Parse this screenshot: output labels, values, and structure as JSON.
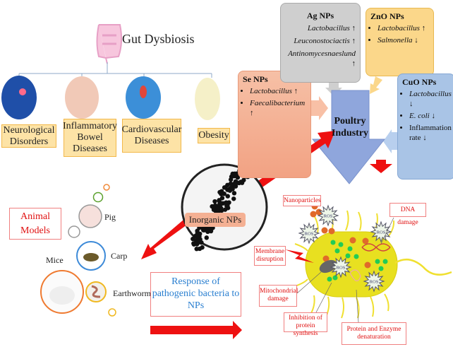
{
  "gut": {
    "title": "Gut Dysbiosis",
    "diseases": [
      "Neurological Disorders",
      "Inflammatory Bowel Diseases",
      "Cardiovascular Diseases",
      "Obesity"
    ]
  },
  "nps": {
    "se": {
      "title": "Se NPs",
      "items": [
        "Lactobacillus ↑",
        "Faecalibacterium ↑"
      ]
    },
    "ag": {
      "title": "Ag NPs",
      "items": [
        "Lactobacillus ↑",
        "Leuconostociactis ↑",
        "Antinomycesnaeslund ↑"
      ]
    },
    "zno": {
      "title": "ZnO NPs",
      "items": [
        "Lactobacillus ↑",
        "Salmonella ↓"
      ]
    },
    "cuo": {
      "title": "CuO NPs",
      "items": [
        "Lactobacillus ↓",
        "E. coli ↓",
        "Inflammation rate ↓"
      ]
    }
  },
  "poultry": "Poultry Industry",
  "center": "Inorganic NPs",
  "animals": {
    "title": "Animal Models",
    "items": [
      "Pig",
      "Carp",
      "Mice",
      "Earthworm"
    ]
  },
  "response": "Response of pathogenic bacteria to NPs",
  "bacteria": {
    "ros": "ROS",
    "labels": [
      "Nanoparticles",
      "DNA damage",
      "Membrane disruption",
      "Mitochondrial damage",
      "Inhibition of protein synthesis",
      "Protein and Enzyme denaturation"
    ]
  },
  "colors": {
    "arrow": "#ee1111",
    "poultry": "#8fa6dc",
    "se": "#f4b093",
    "ag": "#cfcfcf",
    "zno": "#fbd78a",
    "cuo": "#a9c4e6",
    "bacterium": "#e8e020"
  }
}
